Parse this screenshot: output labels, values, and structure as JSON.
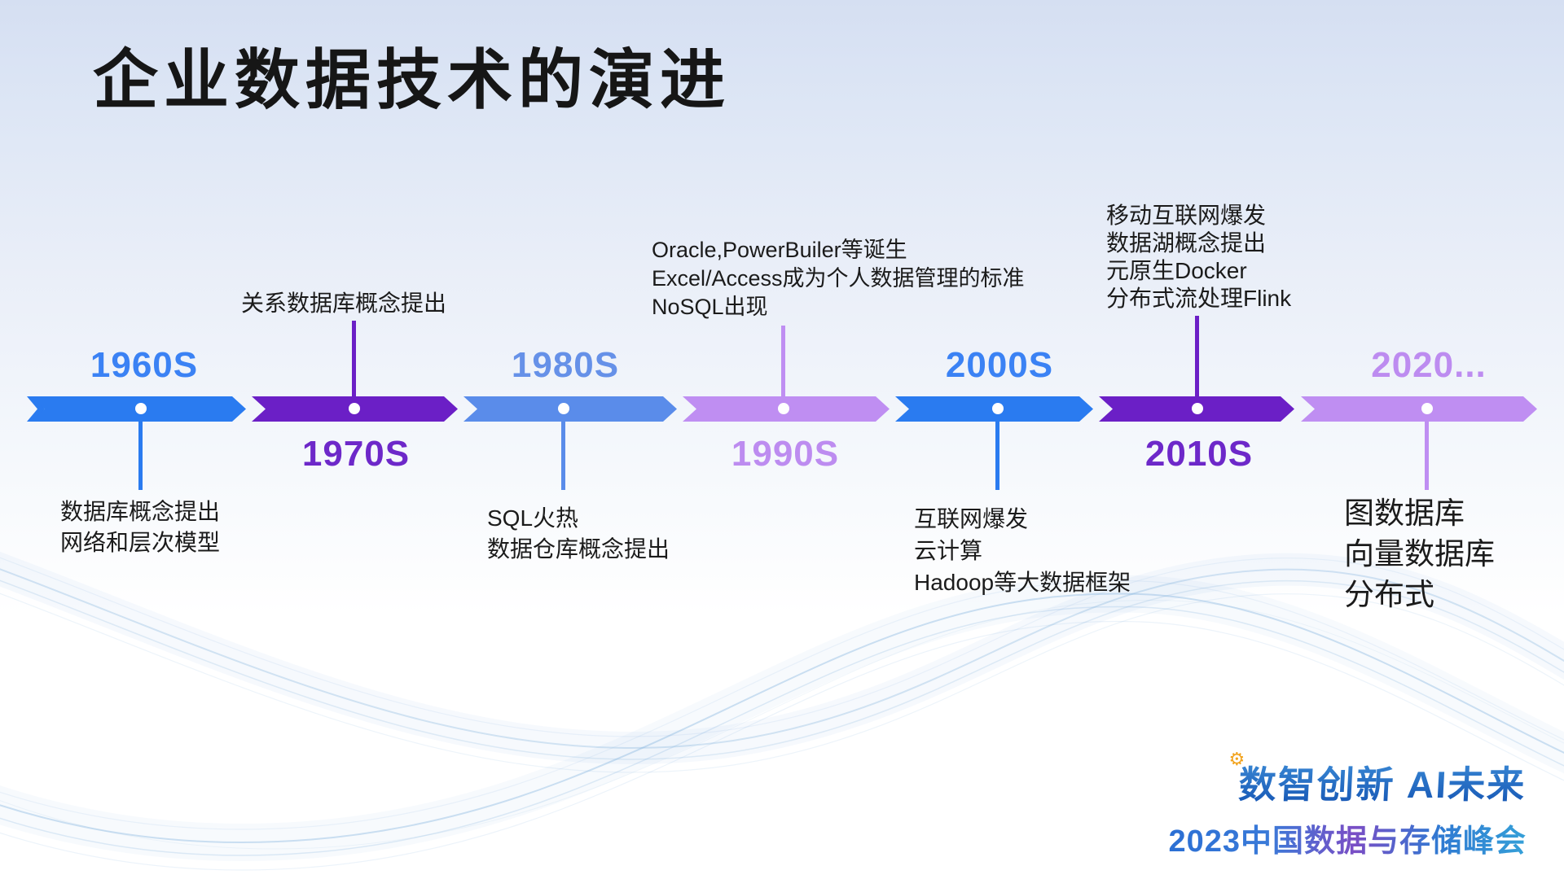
{
  "slide": {
    "title": "企业数据技术的演进"
  },
  "timeline": {
    "segments": [
      {
        "decade": "1960S",
        "label_position": "above",
        "color": "#2a7bf0",
        "label_color": "#3b82f4",
        "notes": [
          "数据库概念提出",
          "网络和层次模型"
        ]
      },
      {
        "decade": "1970S",
        "label_position": "below",
        "color": "#6b1fc6",
        "label_color": "#6d28c9",
        "notes": [
          "关系数据库概念提出"
        ]
      },
      {
        "decade": "1980S",
        "label_position": "above",
        "color": "#5a8cea",
        "label_color": "#6691e8",
        "notes": [
          "SQL火热",
          "数据仓库概念提出"
        ]
      },
      {
        "decade": "1990S",
        "label_position": "below",
        "color": "#bf8ef2",
        "label_color": "#bd8cf0",
        "notes": [
          "Oracle,PowerBuiler等诞生",
          "Excel/Access成为个人数据管理的标准",
          "NoSQL出现"
        ]
      },
      {
        "decade": "2000S",
        "label_position": "above",
        "color": "#2a7bf0",
        "label_color": "#3b82f4",
        "notes": [
          "互联网爆发",
          "云计算",
          "Hadoop等大数据框架"
        ]
      },
      {
        "decade": "2010S",
        "label_position": "below",
        "color": "#6b1fc6",
        "label_color": "#6d28c9",
        "notes": [
          "移动互联网爆发",
          "数据湖概念提出",
          "元原生Docker",
          "分布式流处理Flink"
        ]
      },
      {
        "decade": "2020...",
        "label_position": "above",
        "color": "#bf8ef2",
        "label_color": "#bd8cf0",
        "notes": [
          "图数据库",
          "向量数据库",
          "分布式"
        ]
      }
    ]
  },
  "footer": {
    "brand_line1": "数智创新 AI未来",
    "brand_line2": "2023中国数据与存储峰会",
    "gear_icon": "⚙"
  },
  "palette": {
    "blue": "#2a7bf0",
    "deep_purple": "#6b1fc6",
    "light_blue": "#5a8cea",
    "light_purple": "#bf8ef2",
    "text": "#1b1b1b",
    "brand_blue": "#1a5cb8",
    "gear_orange": "#f2a31d",
    "background_top": "#d5dff2"
  }
}
